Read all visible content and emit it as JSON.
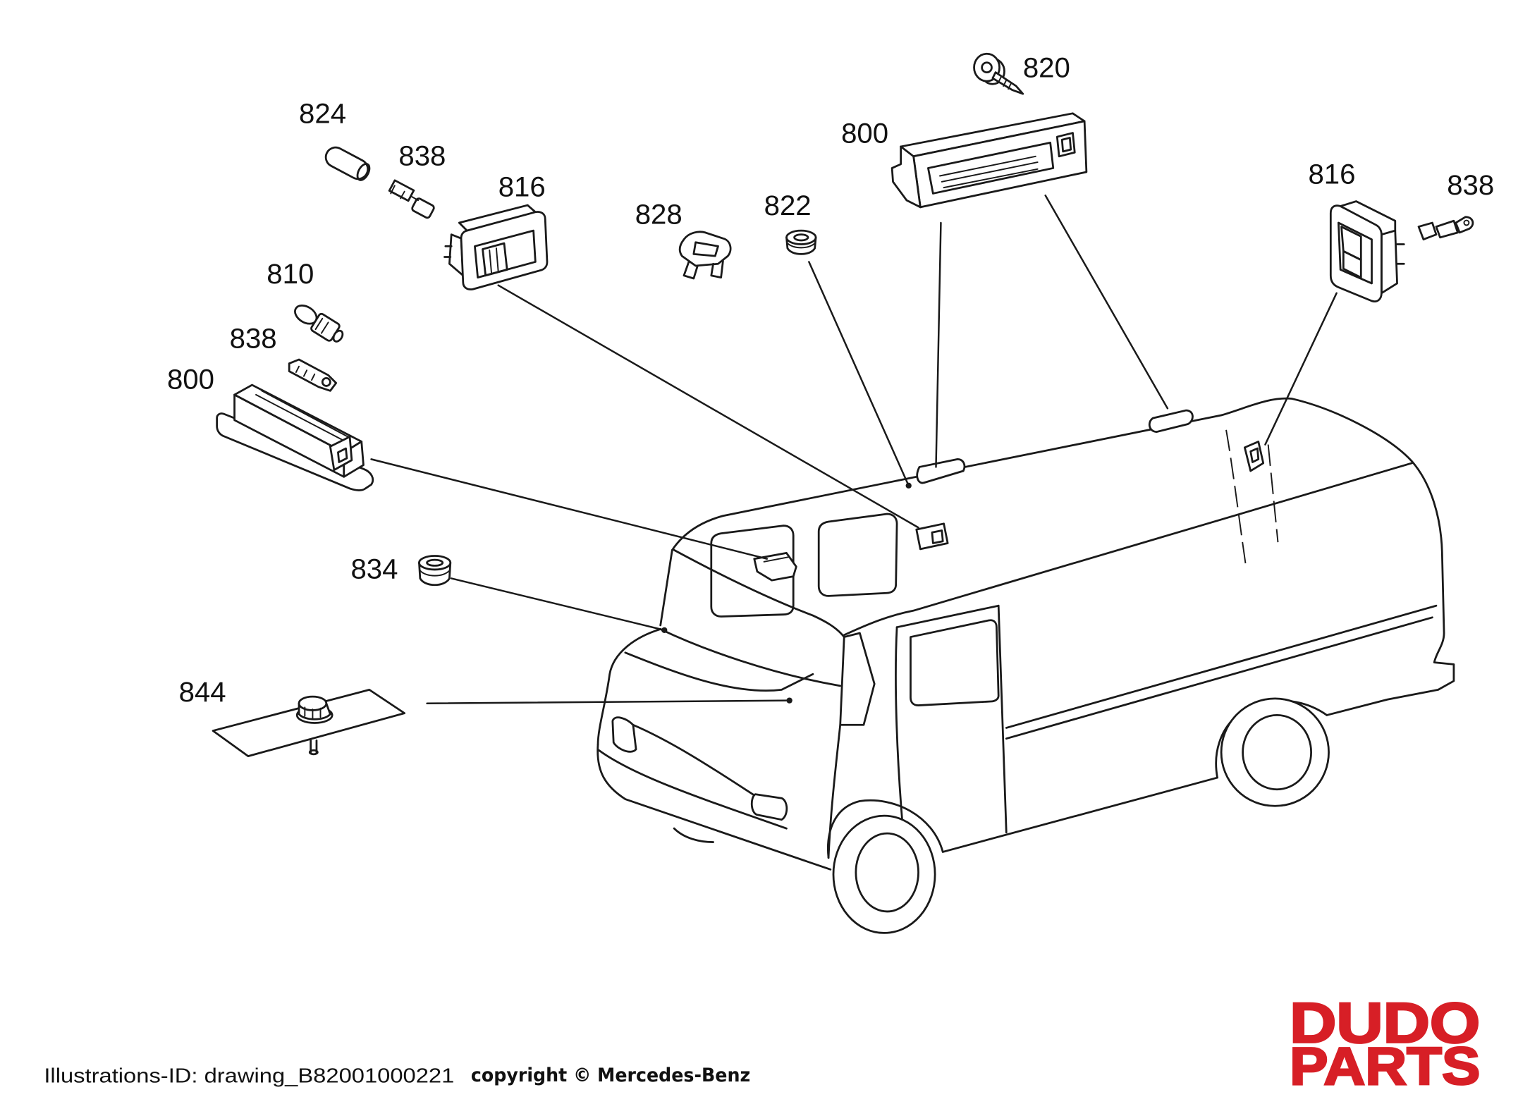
{
  "diagram": {
    "callouts": {
      "c820": "820",
      "c800_top": "800",
      "c824": "824",
      "c838_top": "838",
      "c816_left": "816",
      "c828": "828",
      "c822": "822",
      "c816_right": "816",
      "c838_right": "838",
      "c810": "810",
      "c838_mid": "838",
      "c800_left": "800",
      "c834": "834",
      "c844": "844"
    }
  },
  "footer": {
    "illustration_id": "Illustrations-ID: drawing_B82001000221",
    "copyright": "copyright © Mercedes-Benz"
  },
  "logo": {
    "line1": "DUDO",
    "line2": "PARTS"
  },
  "colors": {
    "line": "#1a1a1a",
    "logo": "#d71f26",
    "background": "#ffffff"
  }
}
